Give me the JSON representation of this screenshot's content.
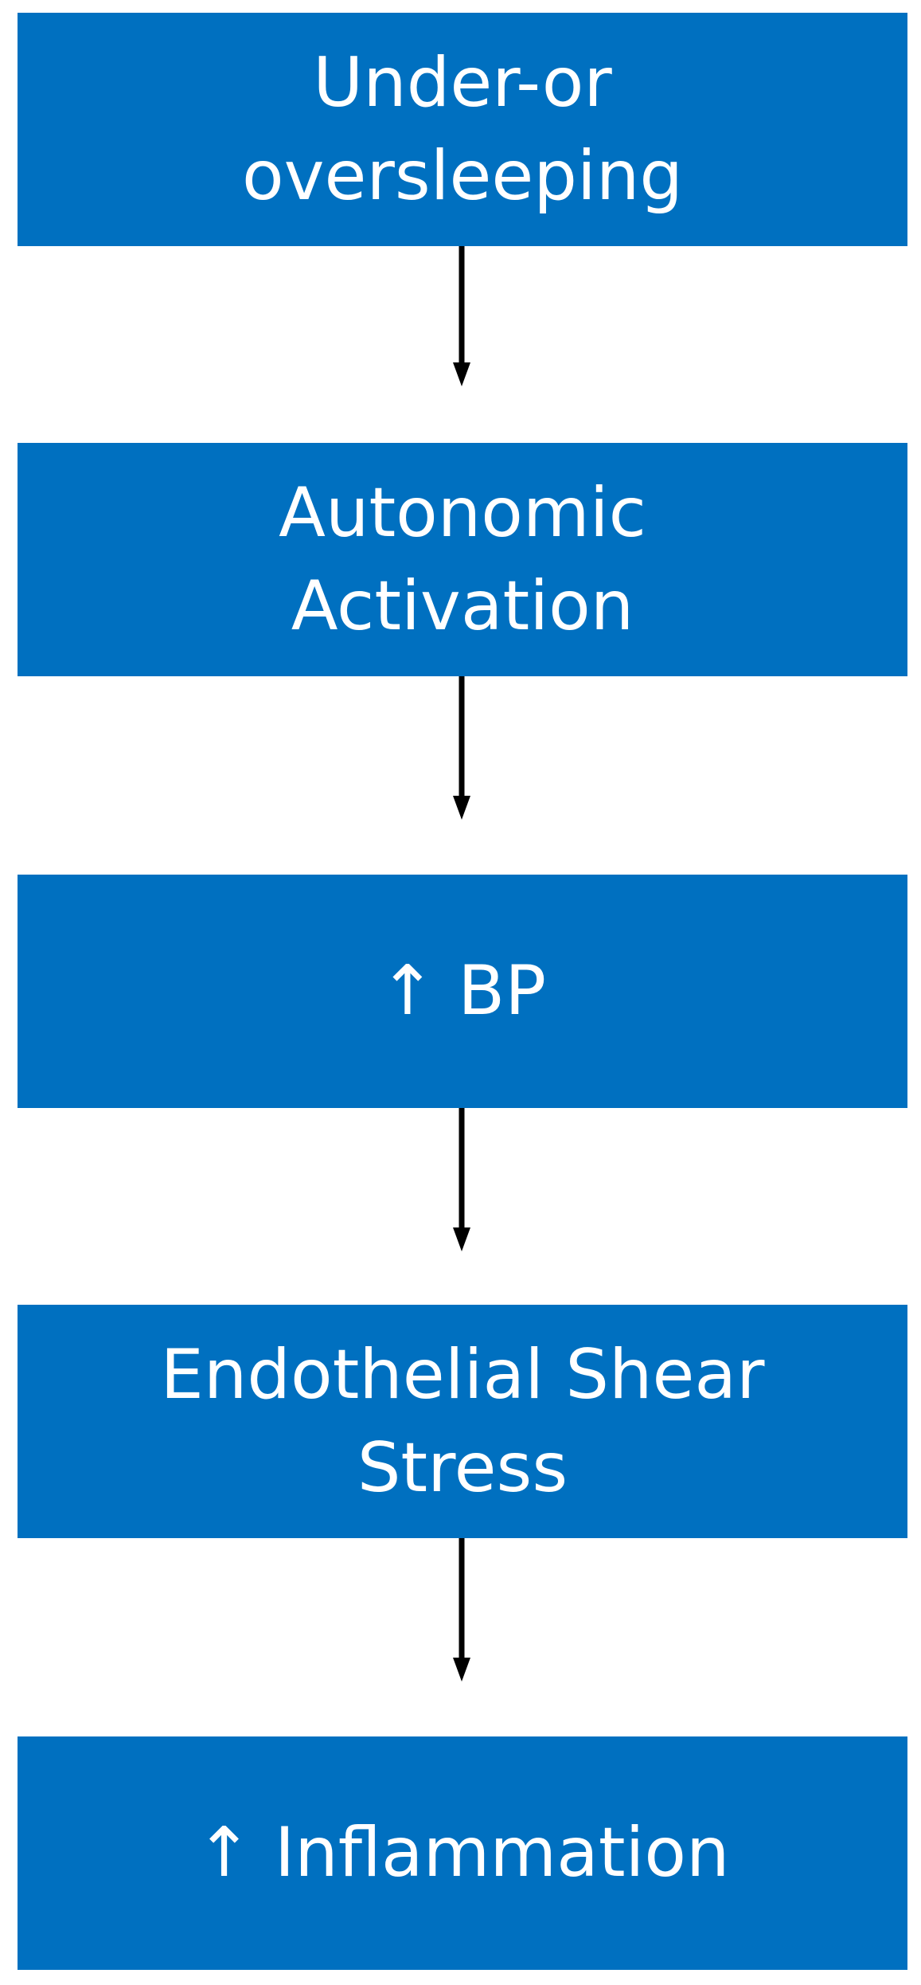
{
  "diagram": {
    "steps": [
      {
        "label": "Under-or\noversleeping"
      },
      {
        "label": "Autonomic\nActivation"
      },
      {
        "label": "↑ BP"
      },
      {
        "label": "Endothelial Shear\nStress"
      },
      {
        "label": "↑ Inflammation"
      }
    ],
    "colors": {
      "box_fill": "#0070c0",
      "box_text": "#ffffff",
      "arrow": "#000000",
      "background": "#ffffff"
    }
  }
}
